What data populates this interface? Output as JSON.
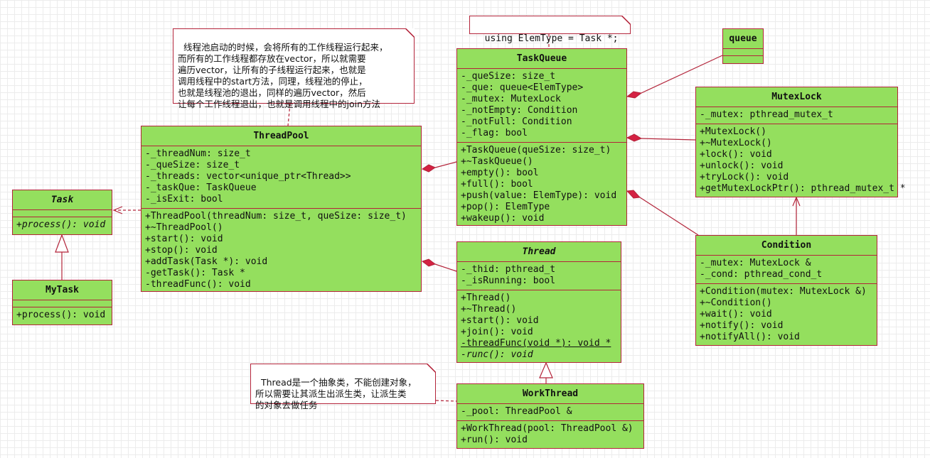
{
  "classes": {
    "task": {
      "name": "Task",
      "attributes": [],
      "methods": [
        "+process(): void"
      ]
    },
    "mytask": {
      "name": "MyTask",
      "attributes": [],
      "methods": [
        "+process(): void"
      ]
    },
    "threadpool": {
      "name": "ThreadPool",
      "attributes": [
        "-_threadNum: size_t",
        "-_queSize: size_t",
        "-_threads: vector<unique_ptr<Thread>>",
        "-_taskQue: TaskQueue",
        "-_isExit: bool"
      ],
      "methods": [
        "+ThreadPool(threadNum: size_t, queSize: size_t)",
        "+~ThreadPool()",
        "+start(): void",
        "+stop(): void",
        "+addTask(Task *): void",
        "-getTask(): Task *",
        "-threadFunc(): void"
      ]
    },
    "taskqueue": {
      "name": "TaskQueue",
      "attributes": [
        "-_queSize: size_t",
        "-_que: queue<ElemType>",
        "-_mutex: MutexLock",
        "-_notEmpty: Condition",
        "-_notFull: Condition",
        "-_flag: bool"
      ],
      "methods": [
        "+TaskQueue(queSize: size_t)",
        "+~TaskQueue()",
        "+empty(): bool",
        "+full(): bool",
        "+push(value: ElemType): void",
        "+pop(): ElemType",
        "+wakeup(): void"
      ]
    },
    "queue": {
      "name": "queue",
      "attributes": [],
      "methods": []
    },
    "mutexlock": {
      "name": "MutexLock",
      "attributes": [
        "-_mutex: pthread_mutex_t"
      ],
      "methods": [
        "+MutexLock()",
        "+~MutexLock()",
        "+lock(): void",
        "+unlock(): void",
        "+tryLock(): void",
        "+getMutexLockPtr(): pthread_mutex_t *"
      ]
    },
    "condition": {
      "name": "Condition",
      "attributes": [
        "-_mutex: MutexLock &",
        "-_cond: pthread_cond_t"
      ],
      "methods": [
        "+Condition(mutex: MutexLock &)",
        "+~Condition()",
        "+wait(): void",
        "+notify(): void",
        "+notifyAll(): void"
      ]
    },
    "thread": {
      "name": "Thread",
      "attributes": [
        "-_thid: pthread_t",
        "-_isRunning: bool"
      ],
      "methods": [
        "+Thread()",
        "+~Thread()",
        "+start(): void",
        "+join(): void",
        "-threadFunc(void *): void *",
        "-runc(): void"
      ]
    },
    "workthread": {
      "name": "WorkThread",
      "attributes": [
        "-_pool: ThreadPool &"
      ],
      "methods": [
        "+WorkThread(pool: ThreadPool &)",
        "+run(): void"
      ]
    }
  },
  "notes": {
    "threadpool_note": "线程池启动的时候，会将所有的工作线程运行起来，\n而所有的工作线程都存放在vector，所以就需要\n遍历vector，让所有的子线程运行起来，也就是\n调用线程中的start方法，同理，线程池的停止，\n也就是线程池的退出，同样的遍历vector，然后\n让每个工作线程退出，也就是调用线程中的join方法",
    "elemtype_note": "using ElemType = Task *;",
    "thread_note": "Thread是一个抽象类，不能创建对象，\n所以需要让其派生出派生类，让派生类\n的对象去做任务"
  },
  "colors": {
    "class_fill": "#94df5e",
    "border": "#b3243a",
    "note_fill": "#ffffff"
  }
}
